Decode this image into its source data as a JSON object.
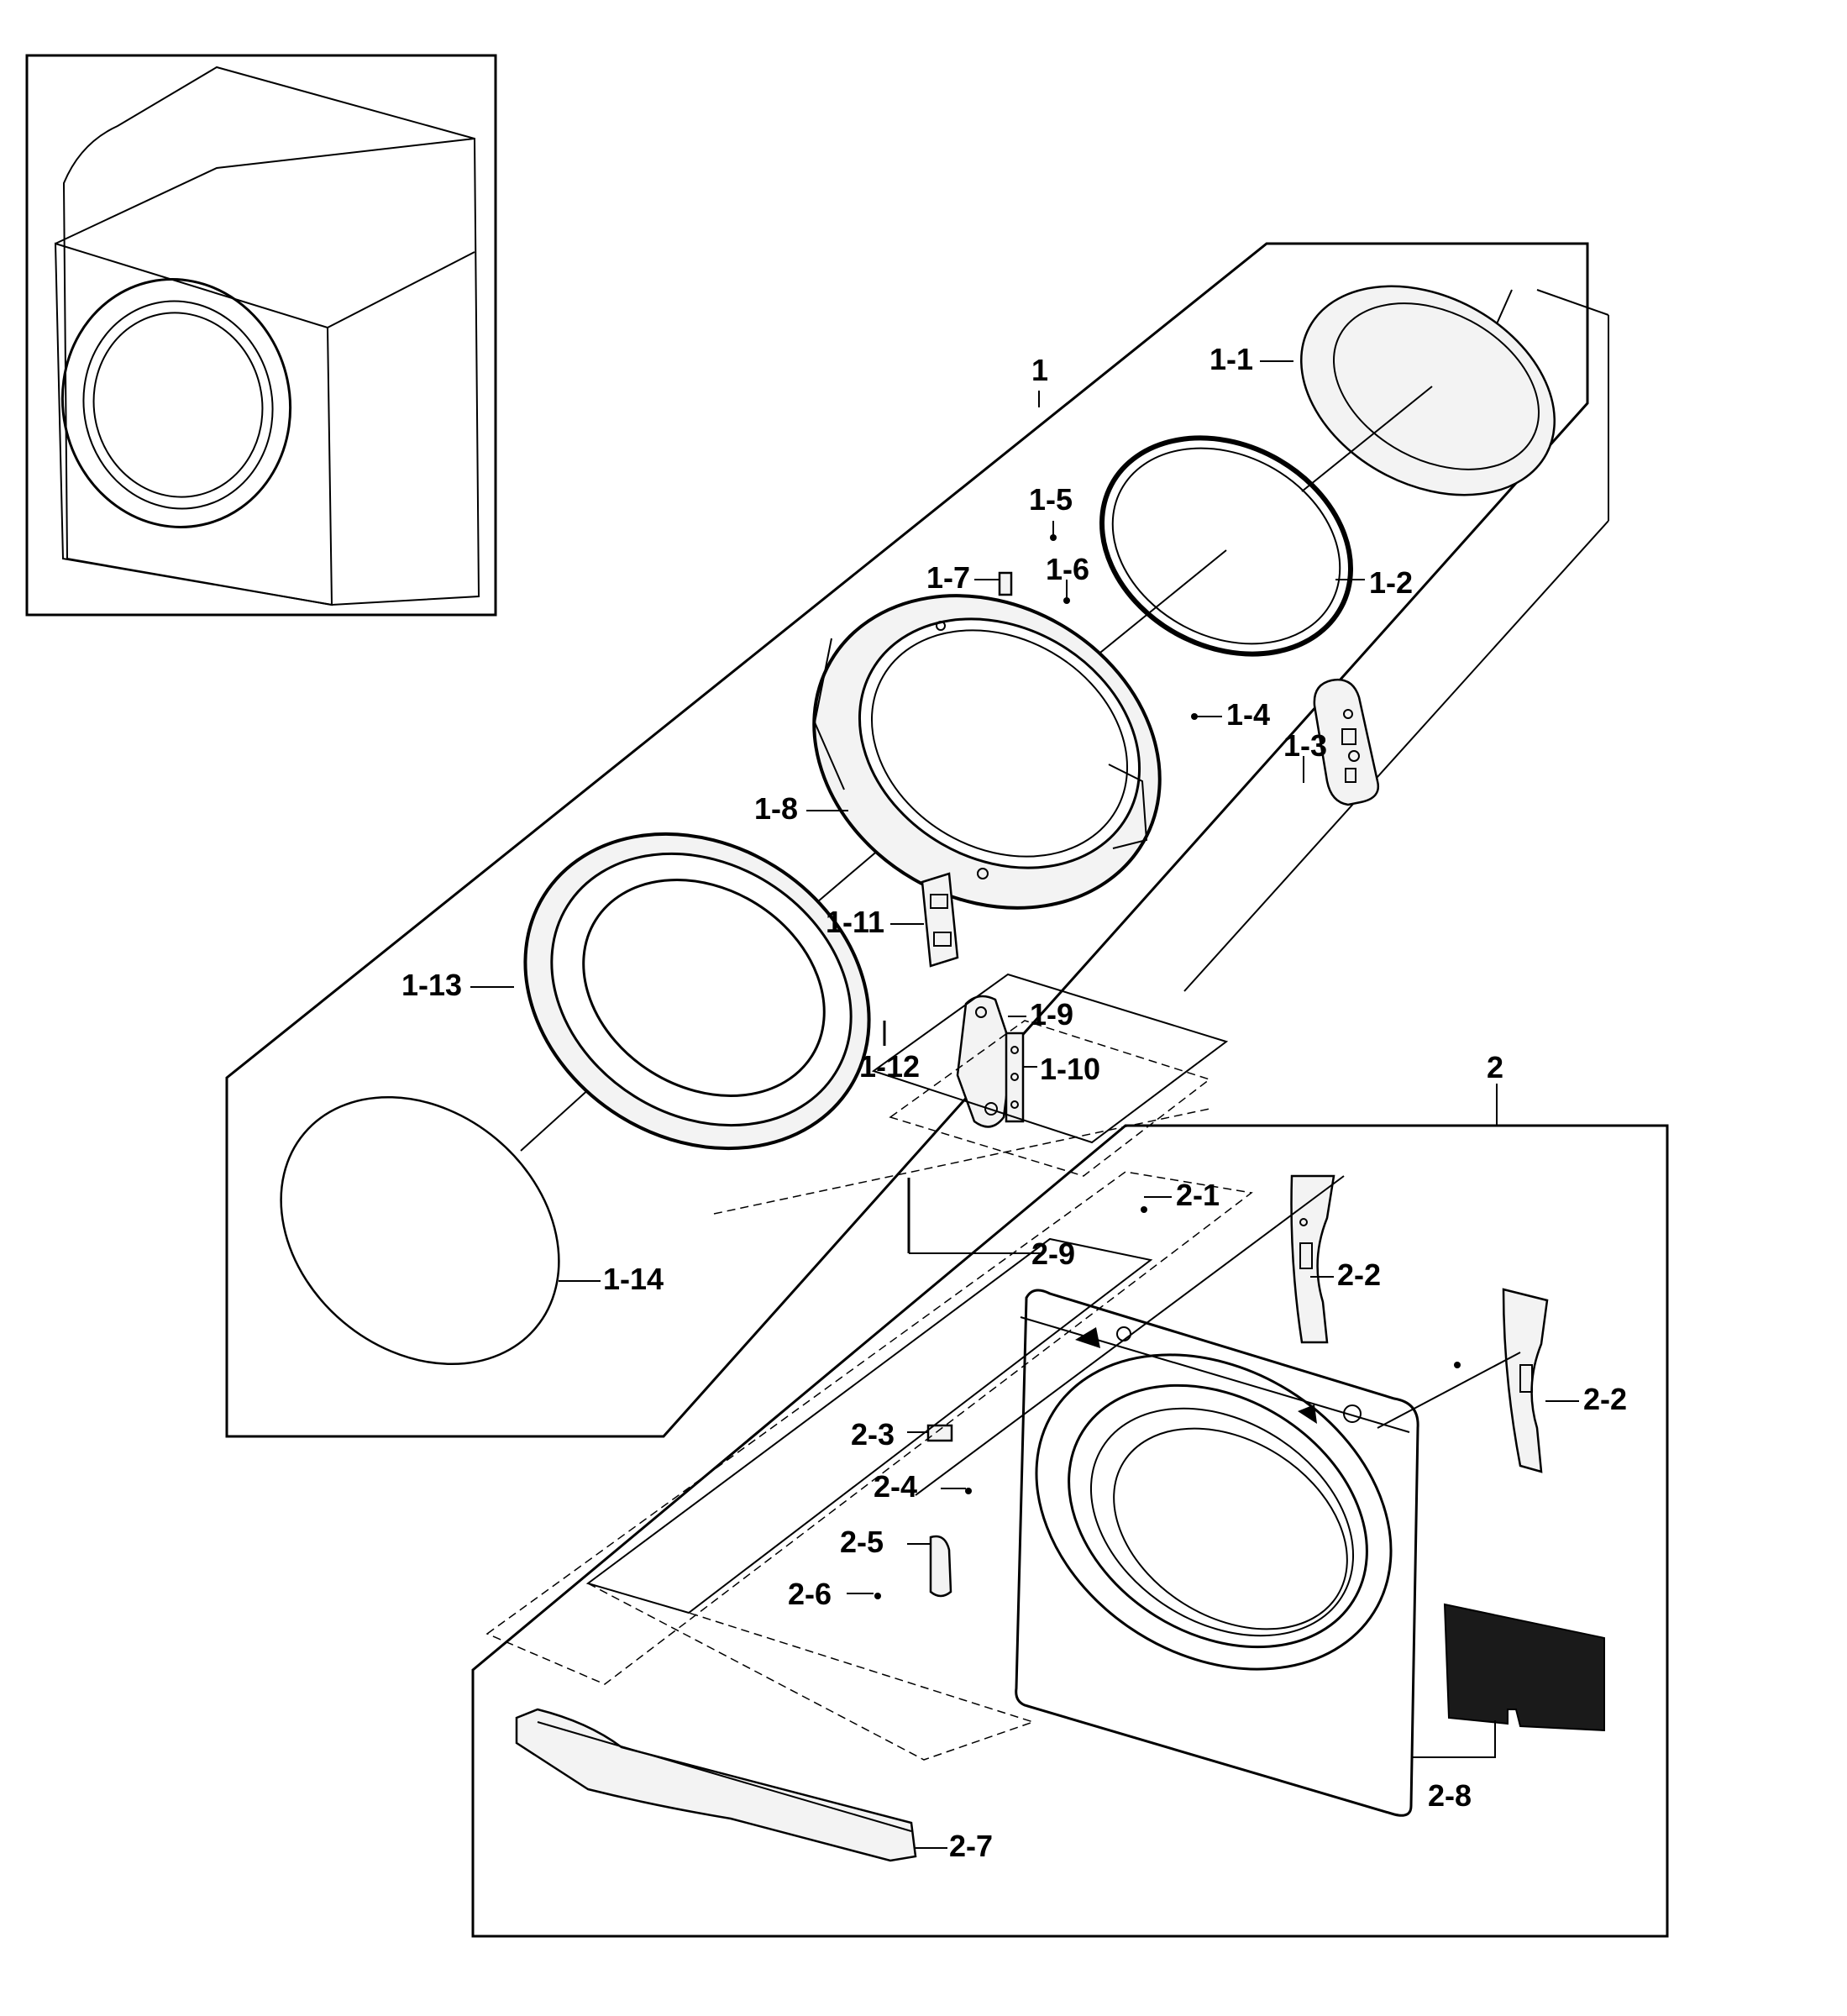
{
  "labels": {
    "g1": "1",
    "p1_1": "1-1",
    "p1_2": "1-2",
    "p1_3": "1-3",
    "p1_4": "1-4",
    "p1_5": "1-5",
    "p1_6": "1-6",
    "p1_7": "1-7",
    "p1_8": "1-8",
    "p1_9": "1-9",
    "p1_10": "1-10",
    "p1_11": "1-11",
    "p1_12": "1-12",
    "p1_13": "1-13",
    "p1_14": "1-14",
    "g2": "2",
    "p2_1": "2-1",
    "p2_2a": "2-2",
    "p2_2b": "2-2",
    "p2_3": "2-3",
    "p2_4": "2-4",
    "p2_5": "2-5",
    "p2_6": "2-6",
    "p2_7": "2-7",
    "p2_8": "2-8",
    "p2_9": "2-9"
  }
}
